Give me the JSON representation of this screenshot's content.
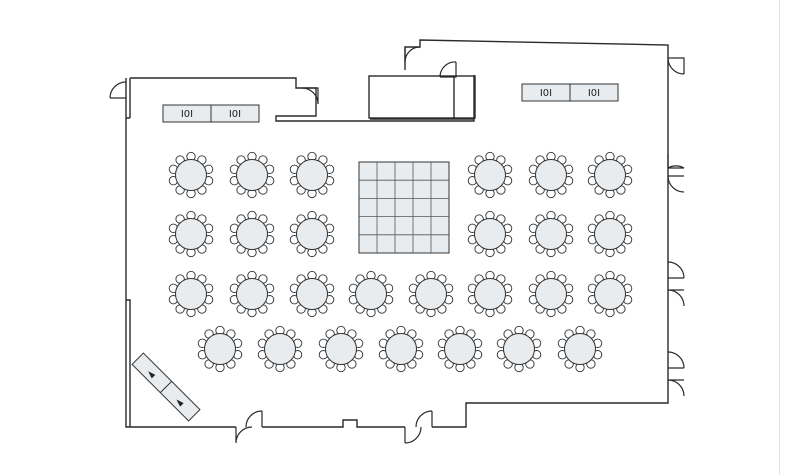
{
  "floor_plan": {
    "round_table_seats": 10,
    "buffet_icon": "place-setting-icon",
    "buffet_glyph": "Ι0Ι",
    "gift_table_icon": "triangle-marker-icon",
    "gift_table_glyph": "◄",
    "dance_floor_grid": {
      "columns": 5,
      "rows": 5
    },
    "colors": {
      "table_fill": "#e8ecef",
      "line": "#2a2a2a",
      "background": "#ffffff"
    }
  }
}
